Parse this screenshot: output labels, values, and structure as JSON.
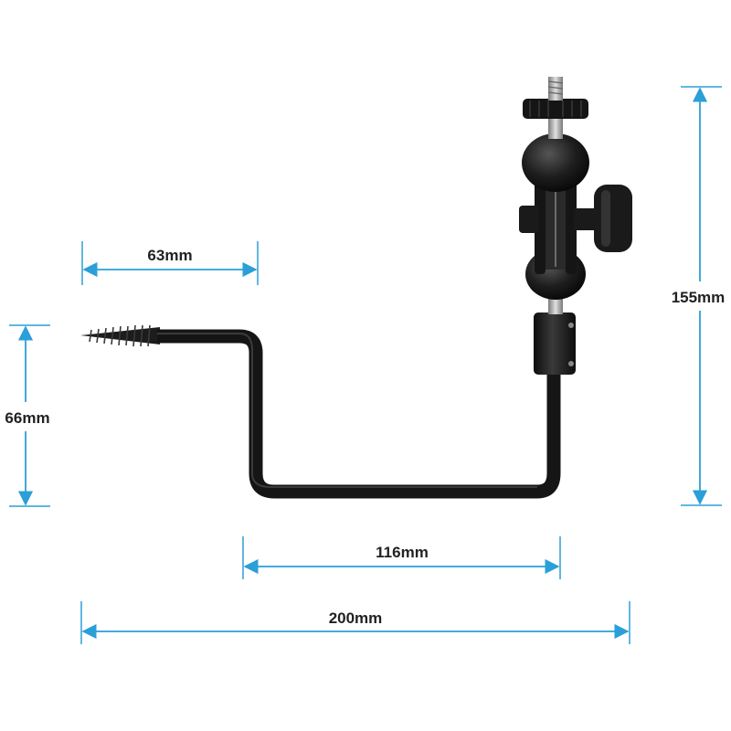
{
  "product": {
    "description": "camera mount arm with screw tip, double ball head and knob",
    "colors": {
      "arm": "#1a1a1a",
      "metal": "#b8b8b8",
      "dimension_line": "#2a9fd8",
      "label": "#222222",
      "background": "#ffffff"
    }
  },
  "dimensions": {
    "screw_length": "63mm",
    "step_height": "66mm",
    "total_height": "155mm",
    "base_width": "116mm",
    "total_width": "200mm"
  },
  "icons": {
    "dimension_arrow": "arrow-icon",
    "mount_screw": "screw-icon",
    "tighten_knob": "knob-icon"
  }
}
